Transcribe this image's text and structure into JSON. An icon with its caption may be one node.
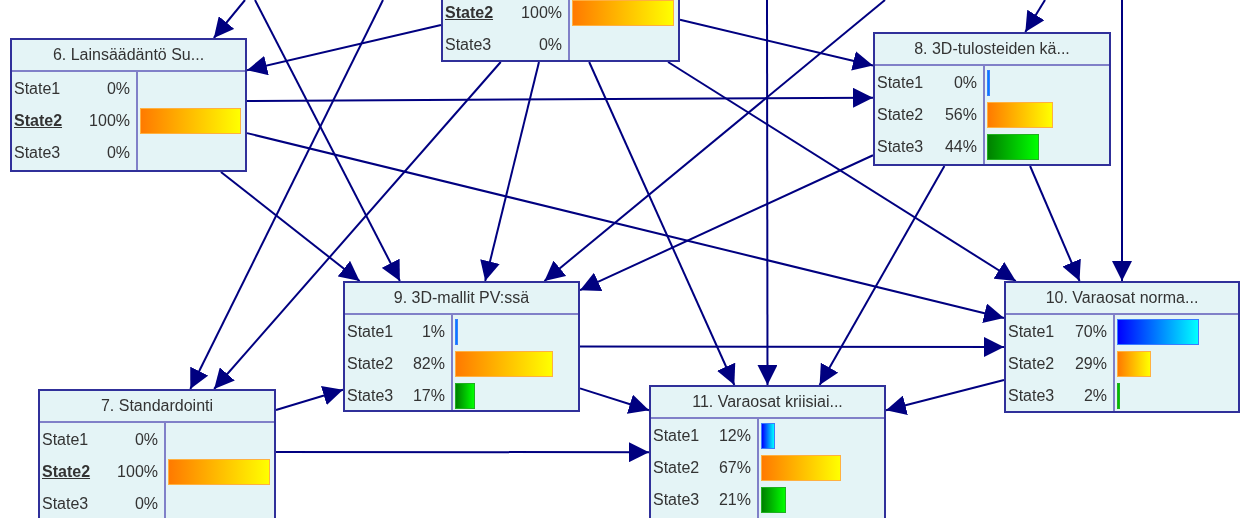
{
  "diagram": {
    "nodes": [
      {
        "text": [
          "State2",
          "100%",
          "State3",
          "0%"
        ]
      },
      {
        "text": [
          "6. Lainsäädäntö Su...",
          "State1",
          "0%",
          "State2",
          "100%",
          "State3",
          "0%"
        ]
      },
      {
        "text": [
          "8. 3D-tulosteiden kä...",
          "State1",
          "0%",
          "State2",
          "56%",
          "State3",
          "44%"
        ]
      },
      {
        "text": [
          "9. 3D-mallit PV:ssä",
          "State1",
          "1%",
          "State2",
          "82%",
          "State3",
          "17%"
        ]
      },
      {
        "text": [
          "10. Varaosat norma...",
          "State1",
          "70%",
          "State2",
          "29%",
          "State3",
          "2%"
        ]
      },
      {
        "text": [
          "7. Standardointi",
          "State1",
          "0%",
          "State2",
          "100%",
          "State3",
          "0%"
        ]
      },
      {
        "text": [
          "11. Varaosat kriisiai...",
          "State1",
          "12%",
          "State2",
          "67%",
          "State3",
          "21%"
        ]
      }
    ],
    "edges": [
      {
        "from": null,
        "to": 1,
        "arrow": "to"
      },
      {
        "from": null,
        "to": 3,
        "arrow": "to"
      },
      {
        "from": null,
        "to": 5,
        "arrow": "to"
      },
      {
        "from": 0,
        "to": 1,
        "arrow": "to"
      },
      {
        "from": 0,
        "to": 5,
        "arrow": "to"
      },
      {
        "from": 0,
        "to": 3,
        "arrow": "to"
      },
      {
        "from": 0,
        "to": 6,
        "arrow": "to"
      },
      {
        "from": 0,
        "to": 2,
        "arrow": "to"
      },
      {
        "from": 0,
        "to": 4,
        "arrow": "to"
      },
      {
        "from": null,
        "to": 6,
        "arrow": "to"
      },
      {
        "from": null,
        "to": 3,
        "arrow": "to"
      },
      {
        "from": null,
        "to": 2,
        "arrow": "to"
      },
      {
        "from": null,
        "to": 4,
        "arrow": "to"
      },
      {
        "from": 1,
        "to": 2,
        "arrow": "to"
      },
      {
        "from": 1,
        "to": 4,
        "arrow": "to"
      },
      {
        "from": 1,
        "to": 3,
        "arrow": "to"
      },
      {
        "from": 2,
        "to": 6,
        "arrow": "to"
      },
      {
        "from": 2,
        "to": 3,
        "arrow": "to"
      },
      {
        "from": 2,
        "to": 4,
        "arrow": "to"
      },
      {
        "from": 3,
        "to": 4,
        "arrow": "to"
      },
      {
        "from": 3,
        "to": 6,
        "arrow": "to"
      },
      {
        "from": 5,
        "to": 3,
        "arrow": "to"
      },
      {
        "from": 5,
        "to": 6,
        "arrow": "to"
      },
      {
        "from": 4,
        "to": 6,
        "arrow": "to"
      }
    ]
  }
}
